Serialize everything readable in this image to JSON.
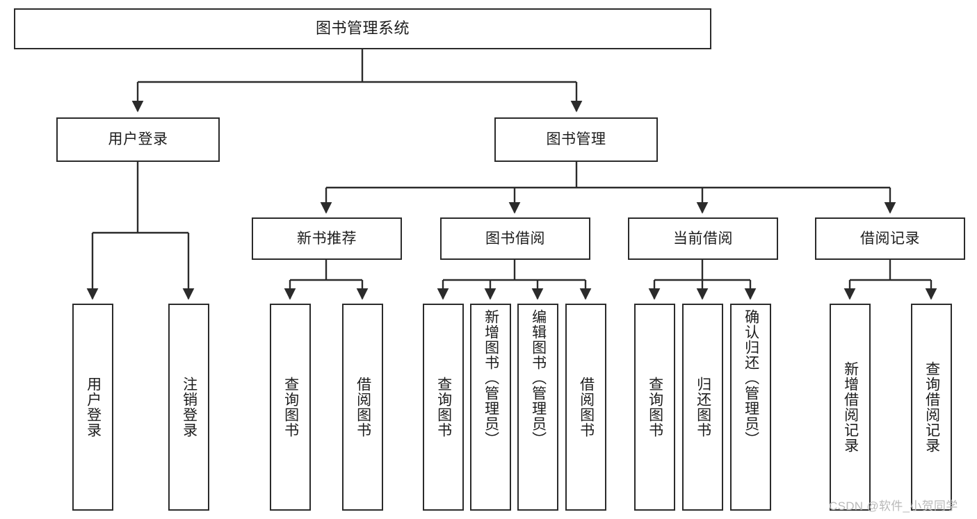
{
  "diagram": {
    "title": "图书管理系统",
    "watermark": "CSDN @软件_小贺同学",
    "line_color": "#2b2b2b",
    "box_fill": "#ffffff",
    "text_color": "#1c1c1c"
  },
  "nodes": {
    "root": {
      "label": "图书管理系统"
    },
    "level2": [
      {
        "label": "用户登录"
      },
      {
        "label": "图书管理"
      }
    ],
    "level3": [
      {
        "label": "新书推荐"
      },
      {
        "label": "图书借阅"
      },
      {
        "label": "当前借阅"
      },
      {
        "label": "借阅记录"
      }
    ],
    "leaves": {
      "user_login": [
        {
          "label": "用户登录"
        },
        {
          "label": "注销登录"
        }
      ],
      "new_book": [
        {
          "label": "查询图书"
        },
        {
          "label": "借阅图书"
        }
      ],
      "borrow_book": [
        {
          "label": "查询图书"
        },
        {
          "label": "新增图书（管理员）"
        },
        {
          "label": "编辑图书（管理员）"
        },
        {
          "label": "借阅图书"
        }
      ],
      "current_borrow": [
        {
          "label": "查询图书"
        },
        {
          "label": "归还图书"
        },
        {
          "label": "确认归还（管理员）"
        }
      ],
      "borrow_record": [
        {
          "label": "新增借阅记录"
        },
        {
          "label": "查询借阅记录"
        }
      ]
    }
  }
}
